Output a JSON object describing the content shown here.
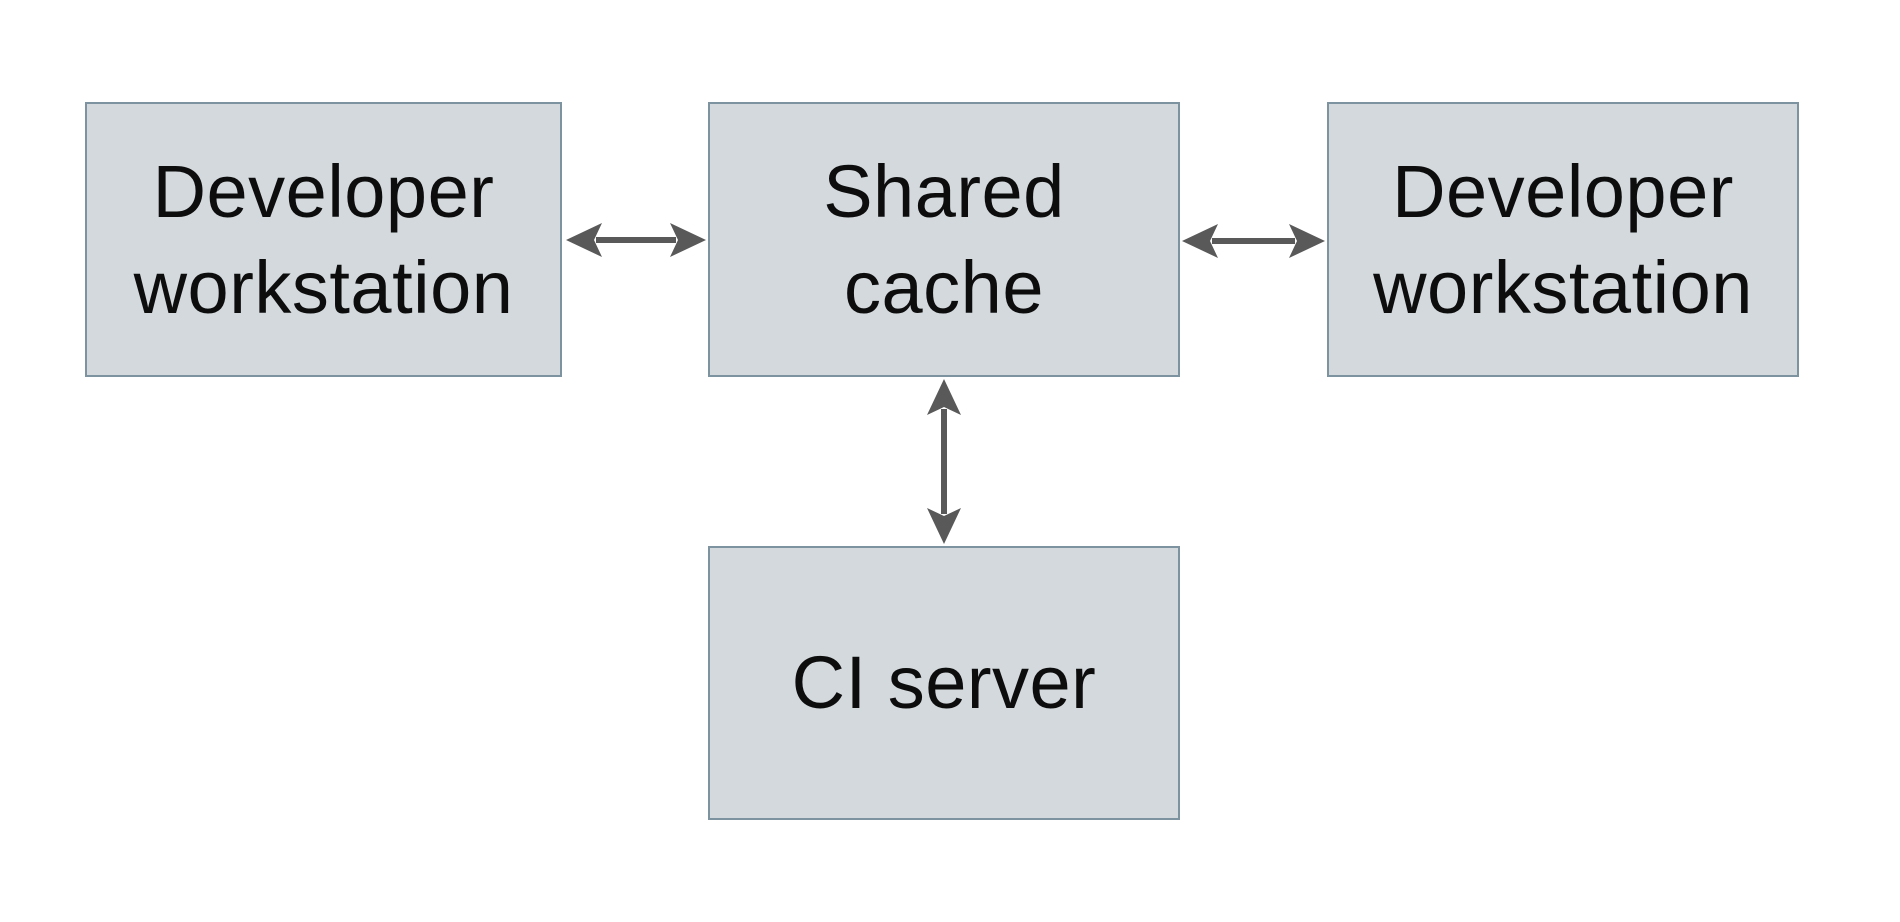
{
  "colors": {
    "background": "#ffffff",
    "node_fill": "#d3d9dc",
    "node_border": "#7d939f",
    "arrow": "#595959",
    "text": "#0d0d0d"
  },
  "nodes": [
    {
      "id": "developer-workstation-left",
      "label": "Developer\nworkstation"
    },
    {
      "id": "shared-cache",
      "label": "Shared\ncache"
    },
    {
      "id": "developer-workstation-right",
      "label": "Developer\nworkstation"
    },
    {
      "id": "ci-server",
      "label": "CI server"
    }
  ],
  "connectors": [
    {
      "id": "left-workstation-cache",
      "type": "bidirectional-horizontal-arrow",
      "between": [
        "developer-workstation-left",
        "shared-cache"
      ]
    },
    {
      "id": "cache-right-workstation",
      "type": "bidirectional-horizontal-arrow",
      "between": [
        "shared-cache",
        "developer-workstation-right"
      ]
    },
    {
      "id": "cache-ci-server",
      "type": "bidirectional-vertical-arrow",
      "between": [
        "shared-cache",
        "ci-server"
      ]
    }
  ]
}
